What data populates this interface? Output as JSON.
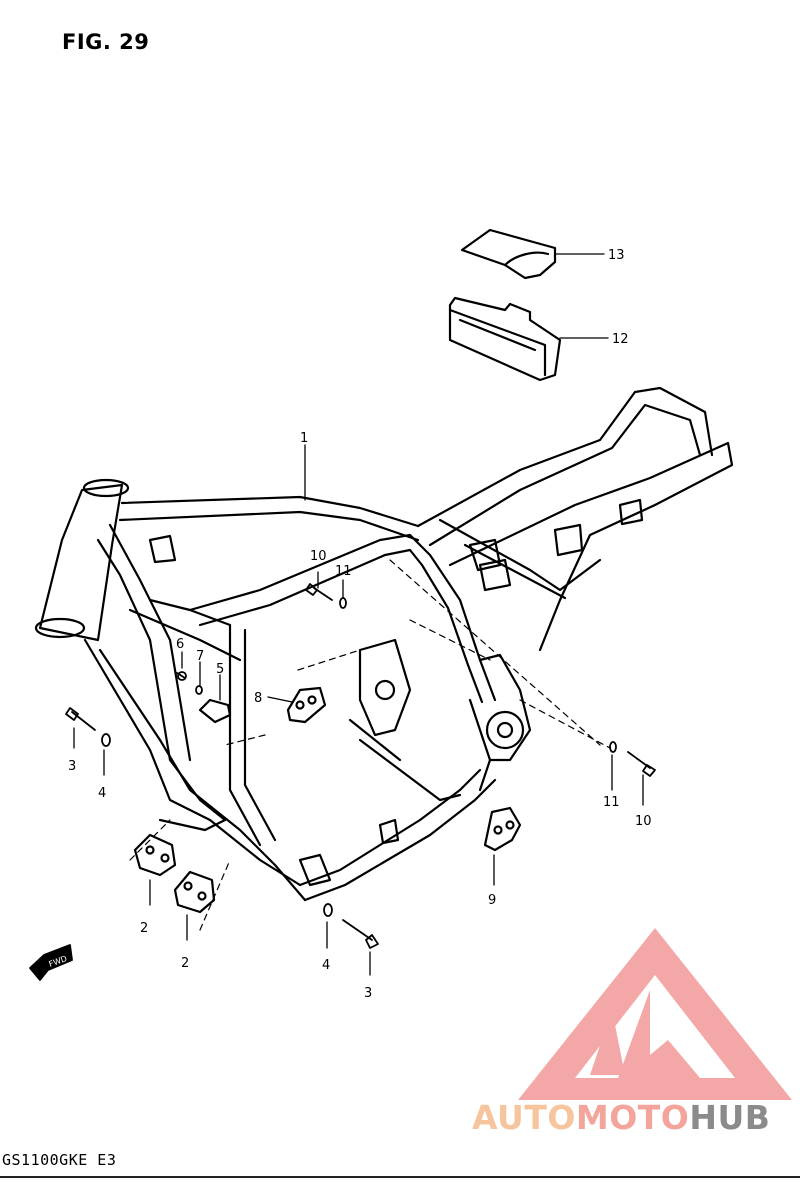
{
  "figure": {
    "title": "FIG. 29",
    "model_code": "GS1100GKE E3"
  },
  "callouts": [
    {
      "id": "c1",
      "number": "1"
    },
    {
      "id": "c2a",
      "number": "2"
    },
    {
      "id": "c2b",
      "number": "2"
    },
    {
      "id": "c3a",
      "number": "3"
    },
    {
      "id": "c3b",
      "number": "3"
    },
    {
      "id": "c4a",
      "number": "4"
    },
    {
      "id": "c4b",
      "number": "4"
    },
    {
      "id": "c5",
      "number": "5"
    },
    {
      "id": "c6",
      "number": "6"
    },
    {
      "id": "c7",
      "number": "7"
    },
    {
      "id": "c8",
      "number": "8"
    },
    {
      "id": "c9",
      "number": "9"
    },
    {
      "id": "c10a",
      "number": "10"
    },
    {
      "id": "c10b",
      "number": "10"
    },
    {
      "id": "c11a",
      "number": "11"
    },
    {
      "id": "c11b",
      "number": "11"
    },
    {
      "id": "c12",
      "number": "12"
    },
    {
      "id": "c13",
      "number": "13"
    }
  ],
  "direction_marker": "FWD",
  "watermark": {
    "part1": "AUTO",
    "part2": "MOTO",
    "part3": "HUB",
    "logo_color": "#f08a8a"
  }
}
